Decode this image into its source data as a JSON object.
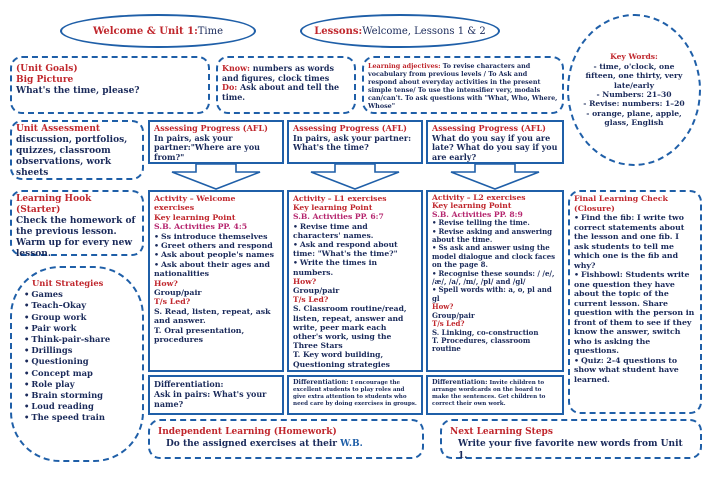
{
  "header": {
    "unit_prefix": "Welcome & Unit 1: ",
    "unit_name": "Time",
    "lessons_prefix": "Lessons: ",
    "lessons_name": "Welcome, Lessons 1 & 2"
  },
  "unit_goals": {
    "heading": "(Unit Goals)",
    "subheading": "Big Picture",
    "text": "What's the time, please?"
  },
  "know": {
    "know_label": "Know:",
    "know_text": " numbers as words and figures, clock times",
    "do_label": "Do:",
    "do_text": " Ask about and tell the time."
  },
  "learning_adjectives": {
    "label": "Learning adjectives:",
    "text": " To revise characters and vocabulary from previous levels / To Ask and respond about everyday activities in the present simple tense/ To use the intensifier very, modals can/can't. To ask questions with \"What, Who, Where, Whose\""
  },
  "key_words": {
    "heading": "Key Words:",
    "items": [
      "- time, o'clock, one fifteen, one thirty, very late/early",
      "- Numbers: 21–30",
      "- Revise: numbers: 1–20",
      "- orange, plane, apple, glass, English"
    ]
  },
  "unit_assessment": {
    "heading": "Unit Assessment",
    "text": "discussion, portfolios, quizzes, classroom observations, work sheets"
  },
  "afl": [
    {
      "heading": "Assessing Progress (AFL)",
      "text": "In pairs, ask your partner:\"Where are you from?\""
    },
    {
      "heading": "Assessing Progress (AFL)",
      "text": "In pairs, ask your partner: What's the time?"
    },
    {
      "heading": "Assessing Progress (AFL)",
      "text": "What do you say if you are late? What do you say if you are early?"
    }
  ],
  "learning_hook": {
    "heading": "Learning Hook (Starter)",
    "text": "Check the homework of the previous lesson. Warm up for every new lesson."
  },
  "activity1": {
    "title": "Activity – Welcome exercises",
    "klp": "Key learning Point",
    "sb": "S.B. Activities PP. 4:5",
    "bullets": [
      "Ss introduce themselves",
      "Greet others and respond",
      "Ask about people's names",
      "Ask about their ages and nationalities"
    ],
    "how": "How?",
    "group": "Group/pair",
    "tsled": "T/s Led?",
    "s_line": "S. Read, listen, repeat, ask and answer.",
    "t_line": "T. Oral presentation, procedures"
  },
  "activity2": {
    "title": "Activity – L1 exercises",
    "klp": "Key learning Point",
    "sb": "S.B. Activities PP. 6:7",
    "bullets": [
      "Revise time and characters' names.",
      "Ask and respond about time: \"What's the time?\"",
      "Write the times in numbers."
    ],
    "how": "How?",
    "group": "Group/pair",
    "tsled": "T/s Led?",
    "s_line": "S. Classroom routine/read, listen, repeat, answer and write, peer mark each other's work, using the Three Stars",
    "t_line": "T. Key word building, Questioning strategies"
  },
  "activity3": {
    "title": "Activity – L2 exercises",
    "klp": "Key learning Point",
    "sb": "S.B. Activities PP. 8:9",
    "bullets": [
      "Revise telling the time.",
      "Revise asking and answering about the time.",
      "Ss ask and answer using the model dialogue and clock faces on the page 8.",
      "Recognise these sounds: / /e/, /æ/, /a/, /m/, /pl/ and /gl/",
      "Spell words with: a, o, pl and gl"
    ],
    "how": "How?",
    "group": "Group/pair",
    "tsled": "T/s Led?",
    "s_line": "S. Linking, co-construction",
    "t_line": "T. Procedures, classroom routine"
  },
  "unit_strategies": {
    "heading": "Unit Strategies",
    "items": [
      "Games",
      "Teach–Okay",
      "Group work",
      "Pair work",
      "Think-pair-share",
      "Drillings",
      "Questioning",
      "Concept map",
      "Role play",
      "Brain storming",
      "Loud reading",
      "The speed train"
    ]
  },
  "final_check": {
    "heading": "Final Learning Check (Closure)",
    "bullets": [
      "Find the fib: I write two correct statements about the lesson and one fib. I ask students to tell me which one is the fib and why?",
      "Fishbowl: Students write one question they have about the topic of the current lesson. Share question with the person in front of them to see if they know the answer, switch who is asking the questions.",
      "Quiz: 2-4 questions to show what student have learned."
    ]
  },
  "differentiation": [
    {
      "label": "Differentiation:",
      "text": "Ask in pairs: What's your name?"
    },
    {
      "label": "Differentiation:",
      "text": " I encourage the excellent students to play roles and give extra attention to students who need care by doing exercises in groups."
    },
    {
      "label": "Differentiation:",
      "text": " Invite children to arrange wordcards on the board to make the sentences. Get children to correct their own work."
    }
  ],
  "homework": {
    "heading": "Independent Learning (Homework)",
    "text": "Do the assigned exercises at their ",
    "text_end": "W.B."
  },
  "next_steps": {
    "heading": "Next Learning Steps",
    "text": "Write your five favorite new words from Unit 1."
  }
}
